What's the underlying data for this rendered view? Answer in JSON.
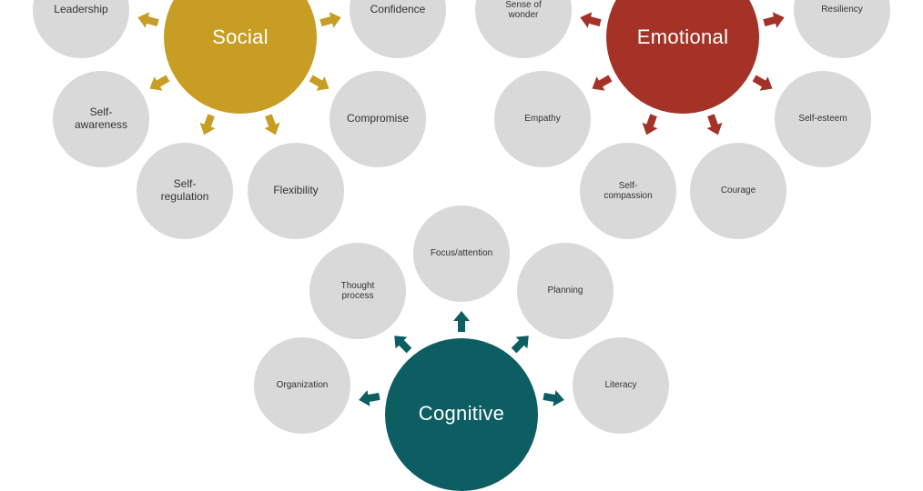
{
  "colors": {
    "social": "#c79d24",
    "emotional": "#a53226",
    "cognitive": "#0d5e62",
    "bubble": "#d9d9d9"
  },
  "hubs": {
    "social": "Social",
    "emotional": "Emotional",
    "cognitive": "Cognitive"
  },
  "social_items": {
    "leadership": "Leadership",
    "confidence": "Confidence",
    "self_awareness": "Self-\nawareness",
    "compromise": "Compromise",
    "self_regulation": "Self-\nregulation",
    "flexibility": "Flexibility"
  },
  "emotional_items": {
    "sense_of_wonder": "Sense of\nwonder",
    "resiliency": "Resiliency",
    "empathy": "Empathy",
    "self_esteem": "Self-esteem",
    "self_compassion": "Self-\ncompassion",
    "courage": "Courage"
  },
  "cognitive_items": {
    "focus_attention": "Focus/attention",
    "thought_process": "Thought\nprocess",
    "planning": "Planning",
    "organization": "Organization",
    "literacy": "Literacy"
  }
}
